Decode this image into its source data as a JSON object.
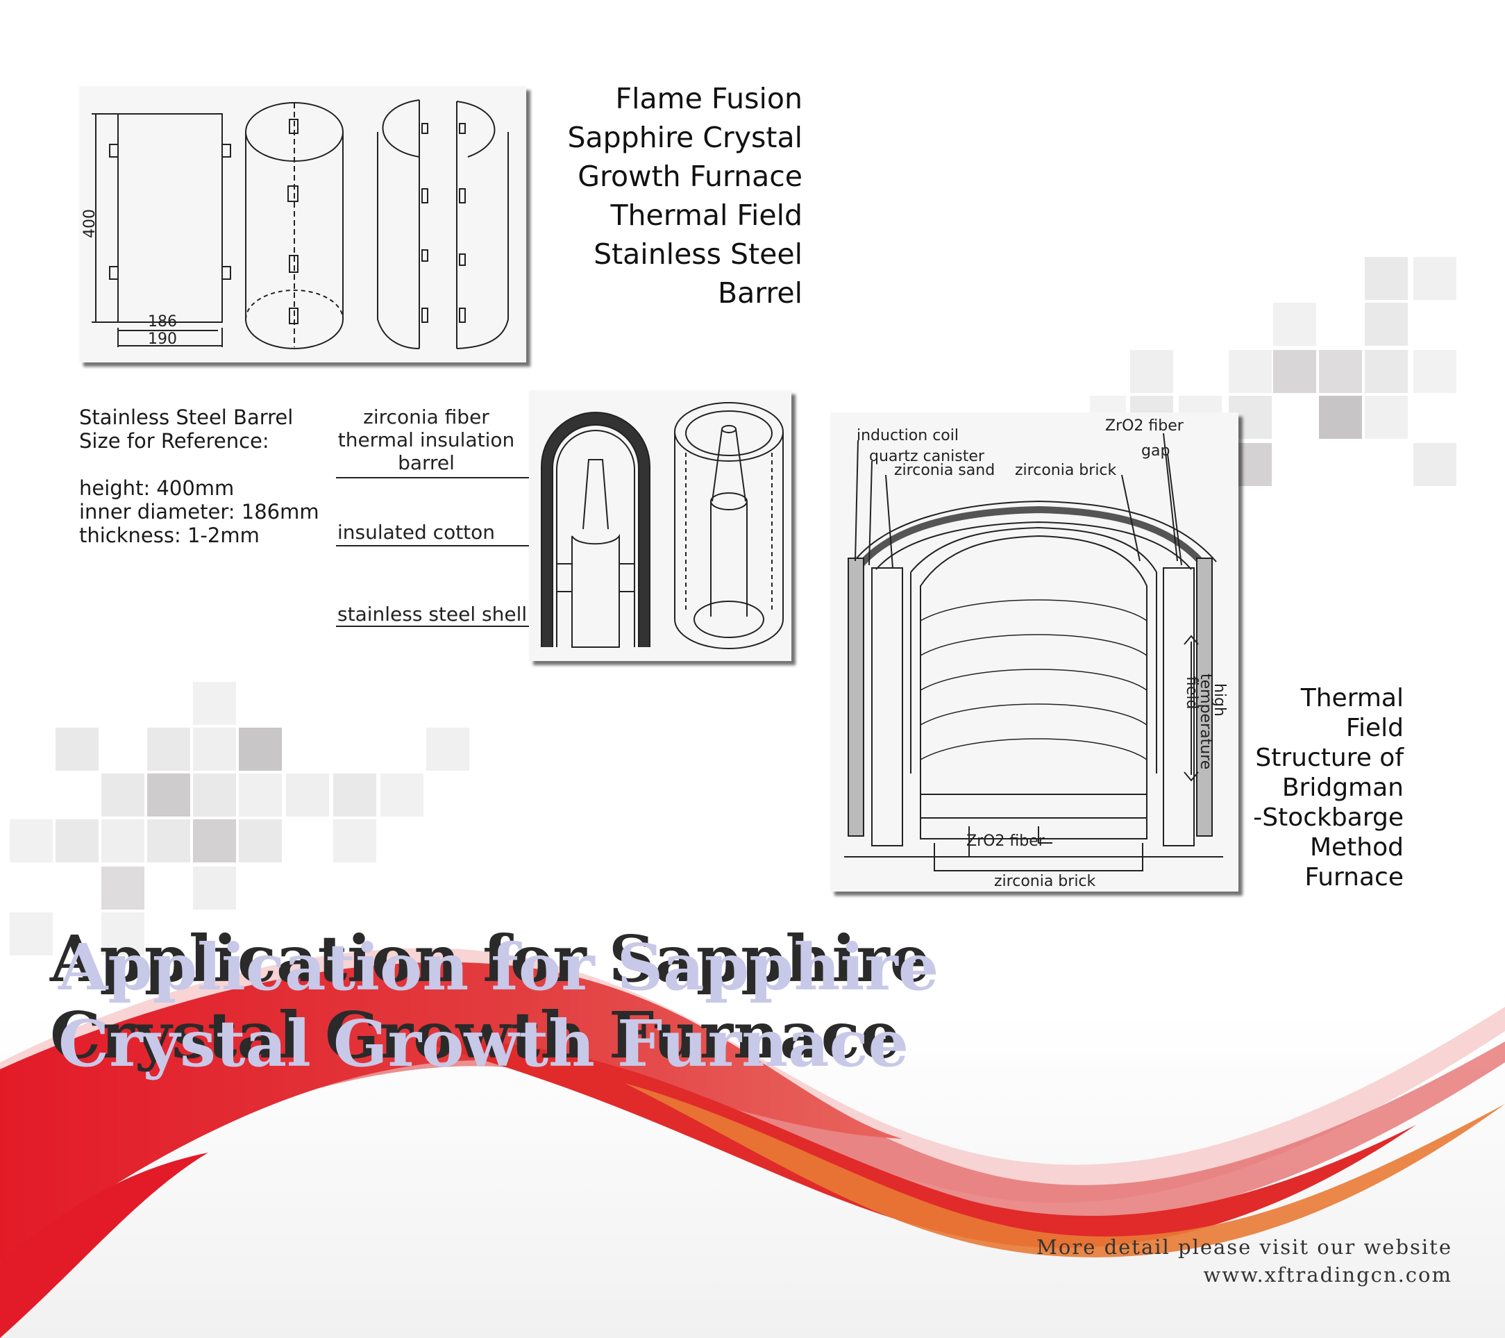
{
  "barrel_panel": {
    "dim_height": "400",
    "dim_inner": "186",
    "dim_outer": "190"
  },
  "title_barrel": {
    "lines": [
      "Flame Fusion",
      "Sapphire Crystal",
      "Growth Furnace",
      "Thermal Field",
      "Stainless Steel",
      "Barrel"
    ]
  },
  "size_notes": {
    "heading_1": "Stainless Steel Barrel",
    "heading_2": "Size for Reference:",
    "height": "height:  400mm",
    "inner_diameter": "inner diameter:  186mm",
    "thickness": "thickness: 1-2mm"
  },
  "insulation_labels": {
    "fiber_1": "zirconia fiber",
    "fiber_2": "thermal insulation",
    "fiber_3": "barrel",
    "cotton": "insulated cotton",
    "shell": "stainless steel shell"
  },
  "bridgman_panel": {
    "induction_coil": "induction coil",
    "quartz_canister": "quartz canister",
    "zirconia_sand": "zirconia sand",
    "zirconia_brick_top": "zirconia brick",
    "zro2_fiber_top": "ZrO2 fiber",
    "gap": "gap",
    "high": "high",
    "temperature": "temperature",
    "field": "field",
    "zro2_fiber_bottom": "ZrO2 fiber",
    "zirconia_brick_bottom": "zirconia brick"
  },
  "title_bridgman": {
    "lines": [
      "Thermal",
      "Field",
      "Structure of",
      "Bridgman",
      "-Stockbarge",
      "Method",
      "Furnace"
    ]
  },
  "headline": {
    "line_1": "Application for Sapphire",
    "line_2": "Crystal Growth Furnace"
  },
  "footer": {
    "line_1": "More detail please visit our website",
    "line_2": "www.xftradingcn.com"
  },
  "colors": {
    "accent_red": "#e0202c",
    "tile_light": "#ebebeb",
    "tile_dark": "#c9c6c8"
  }
}
